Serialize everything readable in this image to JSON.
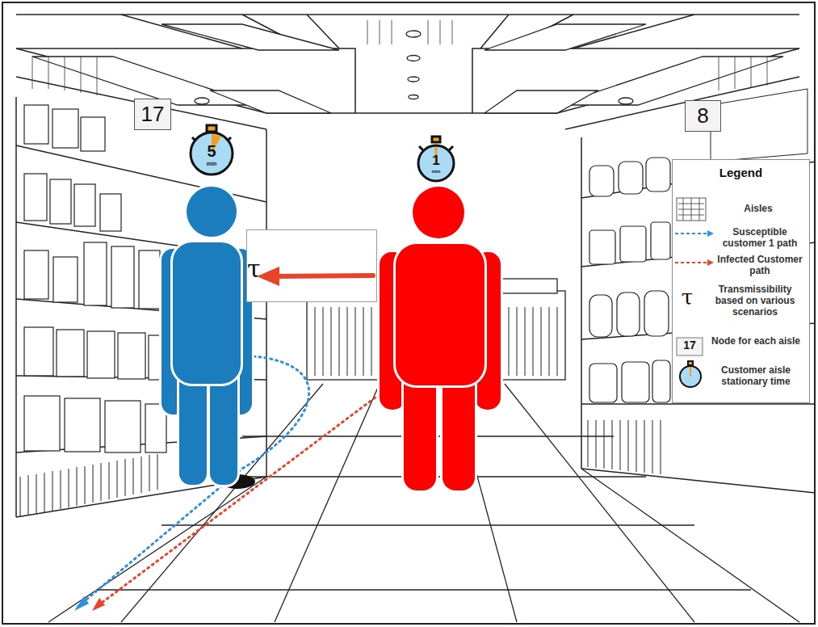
{
  "diagram": {
    "nodes": [
      {
        "text": [
          "17"
        ]
      },
      {
        "text": [
          "8"
        ]
      },
      {
        "text": [
          "τ"
        ]
      }
    ],
    "labels": [
      "5",
      "min",
      "1",
      "min",
      "Legend",
      "τ",
      "17"
    ],
    "legend": [
      {
        "text": "Aisles"
      },
      {
        "text": "Susceptible customer 1 path"
      },
      {
        "text": "Infected Customer path"
      },
      {
        "text": "Transmissibility based on various scenarios"
      },
      {
        "text": "Node for each aisle"
      },
      {
        "text": "Customer aisle stationary time"
      }
    ]
  }
}
